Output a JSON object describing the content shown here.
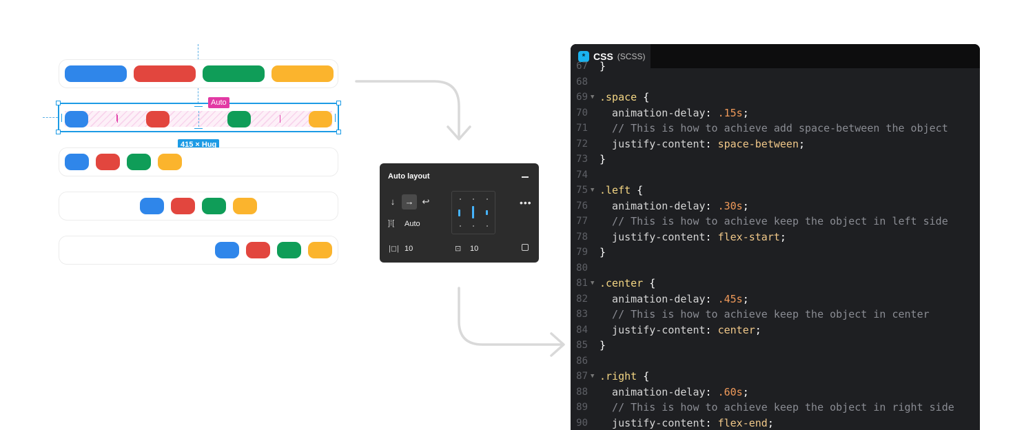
{
  "canvas": {
    "auto_tag": "Auto",
    "size_tag": "415 × Hug",
    "rows": [
      {
        "name": "space-between-row",
        "pills": [
          "blue",
          "red",
          "green",
          "yellow"
        ]
      },
      {
        "name": "selected-row",
        "pills": [
          "blue",
          "red",
          "green",
          "yellow"
        ]
      },
      {
        "name": "left-row",
        "pills": [
          "blue",
          "red",
          "green",
          "yellow"
        ]
      },
      {
        "name": "center-row",
        "pills": [
          "blue",
          "red",
          "green",
          "yellow"
        ]
      },
      {
        "name": "right-row",
        "pills": [
          "blue",
          "red",
          "green",
          "yellow"
        ]
      }
    ],
    "colors": {
      "blue": "#2f86ea",
      "red": "#e2463e",
      "green": "#0f9d58",
      "yellow": "#fbb42d",
      "selection": "#1c9be5",
      "gap": "#e23aa4"
    }
  },
  "panel": {
    "title": "Auto layout",
    "collapse_icon": "minus-icon",
    "direction_buttons": [
      "arrow-down-icon",
      "arrow-right-icon",
      "wrap-icon"
    ],
    "spacing_mode": "Auto",
    "padding_horizontal": "10",
    "padding_vertical": "10",
    "more_icon": "more-icon",
    "resize_icon": "clip-content-icon"
  },
  "editor": {
    "tab_label": "CSS",
    "tab_sub": "(SCSS)",
    "tab_icon": "asterisk-icon",
    "lines": [
      {
        "n": "67",
        "fold": false,
        "tokens": [
          [
            "punc",
            "}"
          ]
        ]
      },
      {
        "n": "68",
        "fold": false,
        "tokens": []
      },
      {
        "n": "69",
        "fold": true,
        "tokens": [
          [
            "sel",
            ".space"
          ],
          [
            "punc",
            " {"
          ]
        ]
      },
      {
        "n": "70",
        "fold": false,
        "tokens": [
          [
            "prop",
            "  animation-delay"
          ],
          [
            "punc",
            ": "
          ],
          [
            "num",
            ".15s"
          ],
          [
            "punc",
            ";"
          ]
        ]
      },
      {
        "n": "71",
        "fold": false,
        "tokens": [
          [
            "com",
            "  // This is how to achieve add space-between the object"
          ]
        ]
      },
      {
        "n": "72",
        "fold": false,
        "tokens": [
          [
            "prop",
            "  justify-content"
          ],
          [
            "punc",
            ": "
          ],
          [
            "val",
            "space-between"
          ],
          [
            "punc",
            ";"
          ]
        ]
      },
      {
        "n": "73",
        "fold": false,
        "tokens": [
          [
            "punc",
            "}"
          ]
        ]
      },
      {
        "n": "74",
        "fold": false,
        "tokens": []
      },
      {
        "n": "75",
        "fold": true,
        "tokens": [
          [
            "sel",
            ".left"
          ],
          [
            "punc",
            " {"
          ]
        ]
      },
      {
        "n": "76",
        "fold": false,
        "tokens": [
          [
            "prop",
            "  animation-delay"
          ],
          [
            "punc",
            ": "
          ],
          [
            "num",
            ".30s"
          ],
          [
            "punc",
            ";"
          ]
        ]
      },
      {
        "n": "77",
        "fold": false,
        "tokens": [
          [
            "com",
            "  // This is how to achieve keep the object in left side"
          ]
        ]
      },
      {
        "n": "78",
        "fold": false,
        "tokens": [
          [
            "prop",
            "  justify-content"
          ],
          [
            "punc",
            ": "
          ],
          [
            "val",
            "flex-start"
          ],
          [
            "punc",
            ";"
          ]
        ]
      },
      {
        "n": "79",
        "fold": false,
        "tokens": [
          [
            "punc",
            "}"
          ]
        ]
      },
      {
        "n": "80",
        "fold": false,
        "tokens": []
      },
      {
        "n": "81",
        "fold": true,
        "tokens": [
          [
            "sel",
            ".center"
          ],
          [
            "punc",
            " {"
          ]
        ]
      },
      {
        "n": "82",
        "fold": false,
        "tokens": [
          [
            "prop",
            "  animation-delay"
          ],
          [
            "punc",
            ": "
          ],
          [
            "num",
            ".45s"
          ],
          [
            "punc",
            ";"
          ]
        ]
      },
      {
        "n": "83",
        "fold": false,
        "tokens": [
          [
            "com",
            "  // This is how to achieve keep the object in center"
          ]
        ]
      },
      {
        "n": "84",
        "fold": false,
        "tokens": [
          [
            "prop",
            "  justify-content"
          ],
          [
            "punc",
            ": "
          ],
          [
            "val",
            "center"
          ],
          [
            "punc",
            ";"
          ]
        ]
      },
      {
        "n": "85",
        "fold": false,
        "tokens": [
          [
            "punc",
            "}"
          ]
        ]
      },
      {
        "n": "86",
        "fold": false,
        "tokens": []
      },
      {
        "n": "87",
        "fold": true,
        "tokens": [
          [
            "sel",
            ".right"
          ],
          [
            "punc",
            " {"
          ]
        ]
      },
      {
        "n": "88",
        "fold": false,
        "tokens": [
          [
            "prop",
            "  animation-delay"
          ],
          [
            "punc",
            ": "
          ],
          [
            "num",
            ".60s"
          ],
          [
            "punc",
            ";"
          ]
        ]
      },
      {
        "n": "89",
        "fold": false,
        "tokens": [
          [
            "com",
            "  // This is how to achieve keep the object in right side"
          ]
        ]
      },
      {
        "n": "90",
        "fold": false,
        "tokens": [
          [
            "prop",
            "  justify-content"
          ],
          [
            "punc",
            ": "
          ],
          [
            "val",
            "flex-end"
          ],
          [
            "punc",
            ";"
          ]
        ]
      }
    ]
  }
}
